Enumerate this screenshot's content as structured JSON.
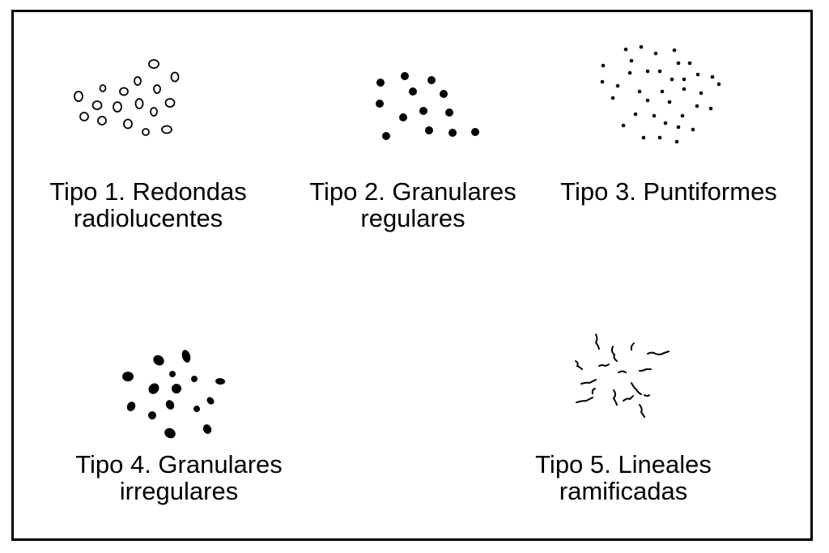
{
  "types": [
    {
      "id": "tipo-1",
      "line1": "Tipo 1. Redondas",
      "line2": "radiolucentes",
      "pattern": "open-circles"
    },
    {
      "id": "tipo-2",
      "line1": "Tipo 2. Granulares",
      "line2": "regulares",
      "pattern": "filled-dots"
    },
    {
      "id": "tipo-3",
      "line1": "Tipo 3. Puntiformes",
      "line2": "",
      "pattern": "fine-points"
    },
    {
      "id": "tipo-4",
      "line1": "Tipo 4. Granulares",
      "line2": "irregulares",
      "pattern": "irregular-blobs"
    },
    {
      "id": "tipo-5",
      "line1": "Tipo 5. Lineales",
      "line2": "ramificadas",
      "pattern": "branching-lines"
    }
  ],
  "colors": {
    "ink": "#000000",
    "background": "#ffffff"
  }
}
